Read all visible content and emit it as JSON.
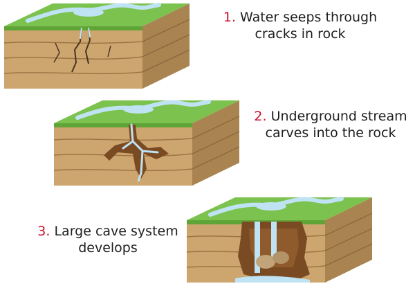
{
  "steps": [
    {
      "number": "1.",
      "line1": "Water seeps through",
      "line2": "cracks in rock"
    },
    {
      "number": "2.",
      "line1": "Underground stream",
      "line2": "carves into the rock"
    },
    {
      "number": "3.",
      "line1": "Large cave system",
      "line2": "develops"
    }
  ],
  "colors": {
    "text": "#1e1e1e",
    "number": "#c8102e",
    "grass": "#7cc24e",
    "rock_top": "#dcbf8c",
    "rock_front": "#c9a36b",
    "rock_side": "#a8824f",
    "water": "#bfe3f2",
    "cave": "#7a4a22"
  }
}
